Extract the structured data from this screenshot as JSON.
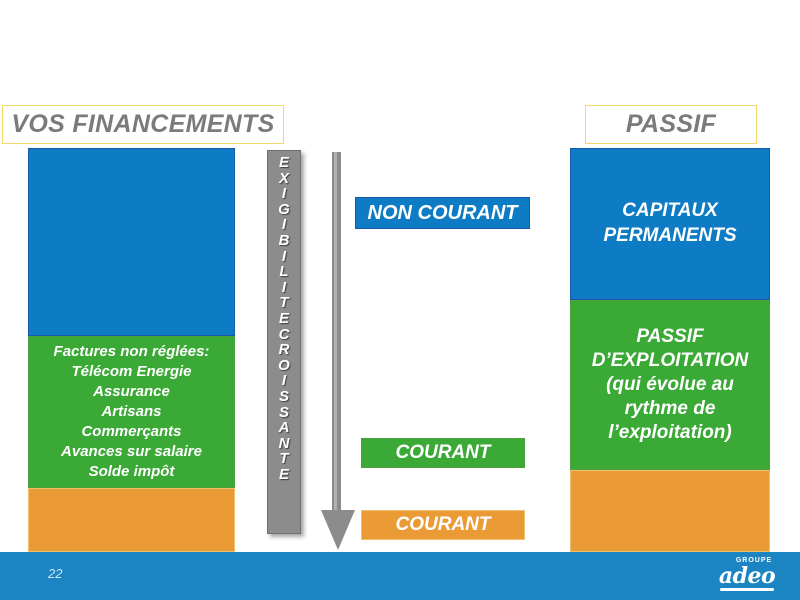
{
  "slide": {
    "page_number": "22",
    "background": "#ffffff"
  },
  "colors": {
    "blue": "#0d7cc4",
    "green": "#3aa935",
    "orange": "#eb9b36",
    "grey_bar": "#8c8c8c",
    "title_border": "#f2d76b",
    "title_text": "#7b7b7b",
    "footer": "#1b85c4"
  },
  "titles": {
    "left": "VOS FINANCEMENTS",
    "right": "PASSIF"
  },
  "left_column": {
    "segments": [
      {
        "name": "blue",
        "label": "",
        "color": "#0d7cc4"
      },
      {
        "name": "green",
        "label": "Factures non réglées:\nTélécom Energie\nAssurance\nArtisans\nCommerçants\nAvances sur salaire\nSolde impôt",
        "color": "#3aa935"
      },
      {
        "name": "orange",
        "label": "",
        "color": "#eb9b36"
      }
    ],
    "green_lines": [
      "Factures non réglées:",
      "Télécom Energie",
      "Assurance",
      "Artisans",
      "Commerçants",
      "Avances sur salaire",
      "Solde impôt"
    ]
  },
  "right_column": {
    "blue_lines": [
      "CAPITAUX",
      "PERMANENTS"
    ],
    "green_lines": [
      "PASSIF",
      "D’EXPLOITATION",
      "(qui évolue au",
      "rythme de",
      "l’exploitation)"
    ],
    "orange_label": ""
  },
  "exigibility_bar": {
    "text": "EXIGIBILITE CROISSANTE",
    "letters": [
      "E",
      "X",
      "I",
      "G",
      "I",
      "B",
      "I",
      "L",
      "I",
      "T",
      "E",
      " ",
      "C",
      "R",
      "O",
      "I",
      "S",
      "S",
      "A",
      "N",
      "T",
      "E"
    ]
  },
  "center_labels": {
    "non_courant": "NON COURANT",
    "courant_green": "COURANT",
    "courant_orange": "COURANT"
  },
  "logo": {
    "groupe": "GROUPE",
    "name": "adeo"
  }
}
